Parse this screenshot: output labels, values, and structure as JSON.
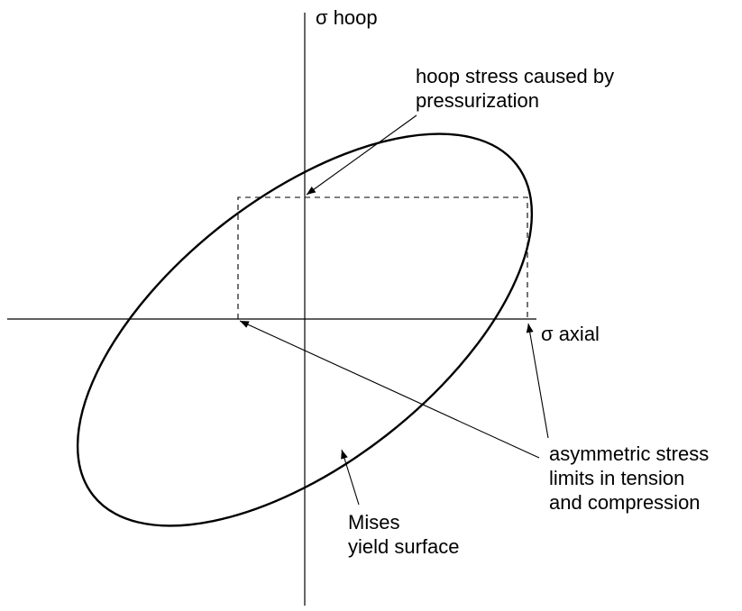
{
  "axes": {
    "vertical_label": "σ hoop",
    "horizontal_label": "σ axial"
  },
  "annotations": {
    "hoop_stress": [
      "hoop stress caused by",
      "pressurization"
    ],
    "asymmetric_limits": [
      "asymmetric stress",
      "limits in tension",
      "and compression"
    ],
    "yield_surface": [
      "Mises",
      "yield surface"
    ]
  },
  "colors": {
    "ink": "#000000",
    "background": "#ffffff"
  }
}
